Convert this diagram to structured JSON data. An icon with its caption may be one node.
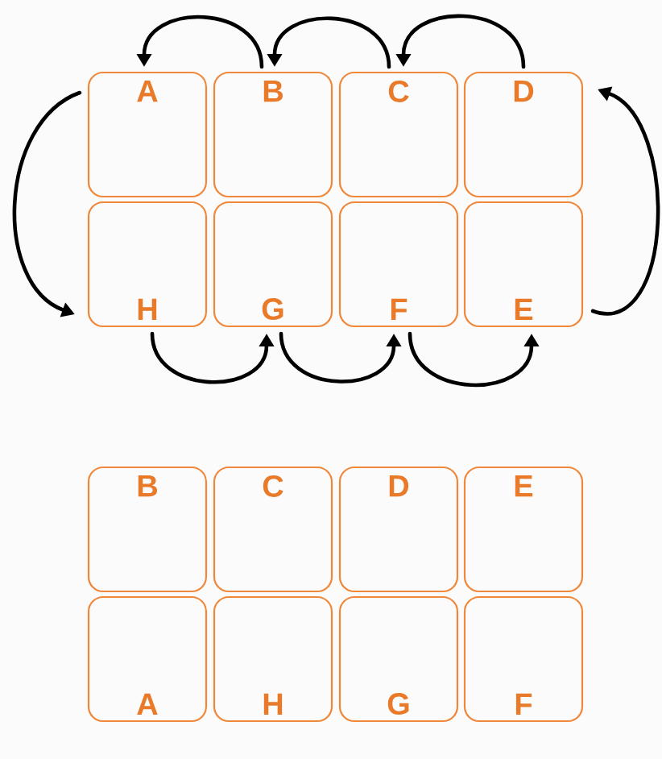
{
  "diagram": {
    "nodes": [
      {
        "text": [
          "A"
        ]
      },
      {
        "text": [
          "B"
        ]
      },
      {
        "text": [
          "C"
        ]
      },
      {
        "text": [
          "D"
        ]
      },
      {
        "text": [
          "H"
        ]
      },
      {
        "text": [
          "G"
        ]
      },
      {
        "text": [
          "F"
        ]
      },
      {
        "text": [
          "E"
        ]
      },
      {
        "text": [
          "B"
        ]
      },
      {
        "text": [
          "C"
        ]
      },
      {
        "text": [
          "D"
        ]
      },
      {
        "text": [
          "E"
        ]
      },
      {
        "text": [
          "A"
        ]
      },
      {
        "text": [
          "H"
        ]
      },
      {
        "text": [
          "G"
        ]
      },
      {
        "text": [
          "F"
        ]
      }
    ],
    "edges": [
      {
        "from": 1,
        "to": 0,
        "arrow": "to"
      },
      {
        "from": 2,
        "to": 1,
        "arrow": "to"
      },
      {
        "from": 3,
        "to": 2,
        "arrow": "to"
      },
      {
        "from": 0,
        "to": 4,
        "arrow": "to"
      },
      {
        "from": 4,
        "to": 5,
        "arrow": "to"
      },
      {
        "from": 5,
        "to": 6,
        "arrow": "to"
      },
      {
        "from": 6,
        "to": 7,
        "arrow": "to"
      },
      {
        "from": 7,
        "to": 3,
        "arrow": "to"
      }
    ]
  }
}
